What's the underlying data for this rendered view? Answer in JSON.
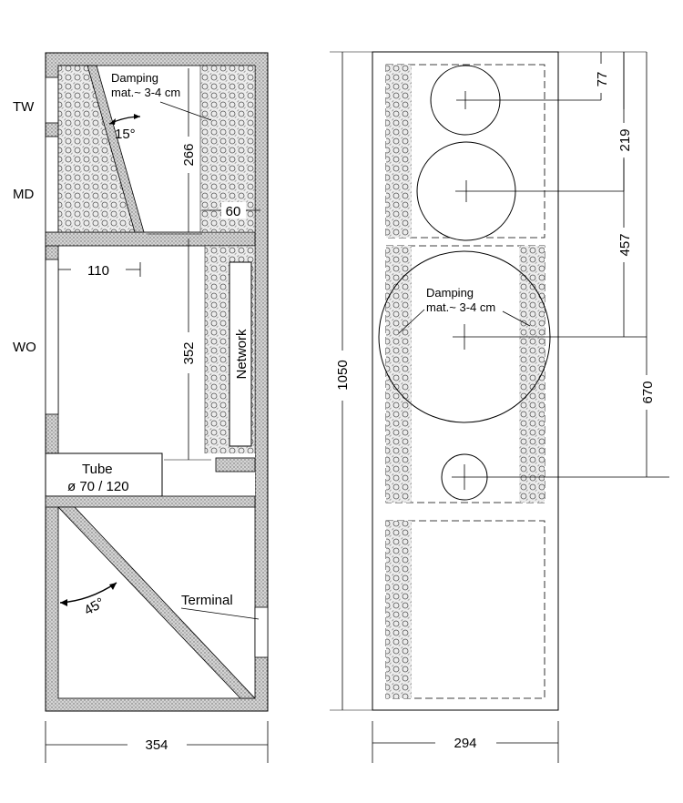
{
  "side_view": {
    "driver_labels": {
      "tweeter": "TW",
      "midrange": "MD",
      "woofer": "WO"
    },
    "damping_line1": "Damping",
    "damping_line2": "mat.~ 3-4 cm",
    "angle_top": "15°",
    "angle_bottom": "45°",
    "network": "Network",
    "tube_line1": "Tube",
    "tube_line2": "ø 70 / 120",
    "terminal": "Terminal",
    "dims": {
      "upper_height": "266",
      "lower_height": "352",
      "depth_60": "60",
      "depth_110": "110",
      "width": "354"
    }
  },
  "front_view": {
    "damping_line1": "Damping",
    "damping_line2": "mat.~ 3-4 cm",
    "dims": {
      "d77": "77",
      "d219": "219",
      "d457": "457",
      "d670": "670",
      "height": "1050",
      "width": "294"
    }
  }
}
